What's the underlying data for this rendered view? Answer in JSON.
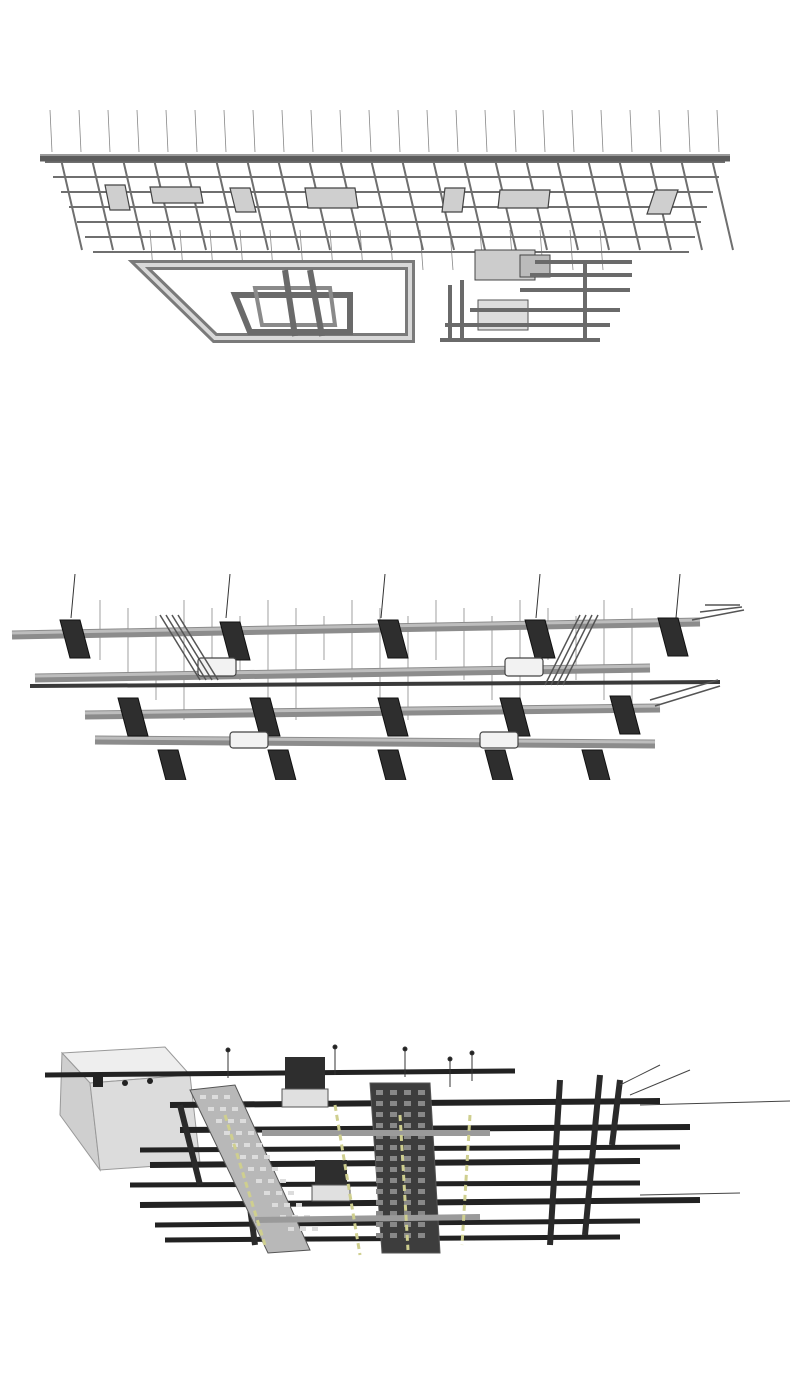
{
  "page": {
    "background": "#ffffff",
    "panels": [
      {
        "id": "panel-1",
        "subject": "mep-piping-and-frame-isometric"
      },
      {
        "id": "panel-2",
        "subject": "ducts-with-light-fixtures-isometric"
      },
      {
        "id": "panel-3",
        "subject": "dense-mep-coordination-isometric"
      }
    ]
  },
  "colors": {
    "pipe_light": "#bdbdbd",
    "pipe_mid": "#8c8c8c",
    "pipe_dark": "#3a3a3a",
    "fixture_dark": "#2e2e2e",
    "equipment_light": "#d9d9d9",
    "hanger": "#555555",
    "sprinkler_green": "#cfcf8f",
    "tray_grey": "#a8a8a8"
  }
}
